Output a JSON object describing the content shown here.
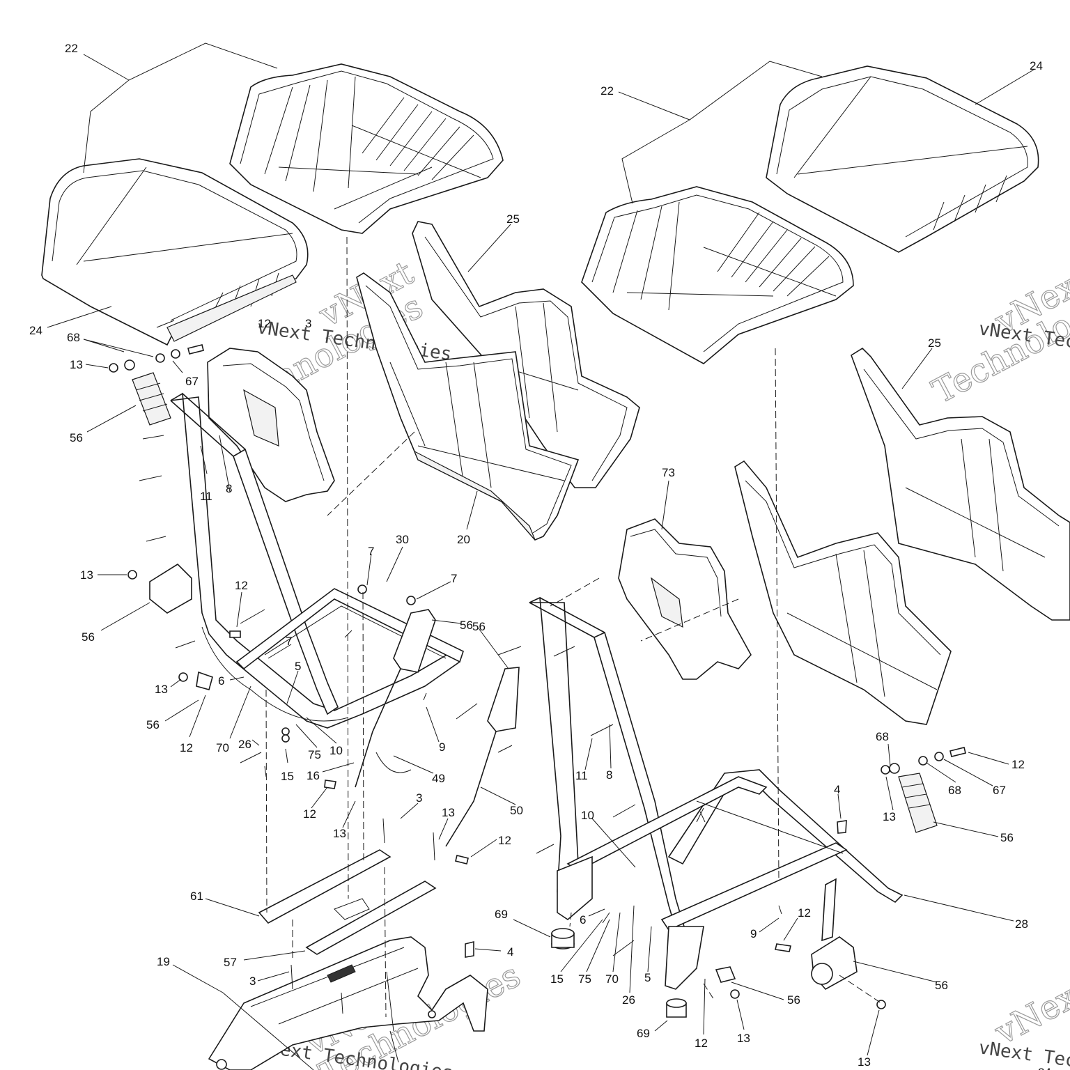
{
  "watermark": {
    "text": "vNext Technologies",
    "part1": "vNext",
    "part2": "Technologies"
  },
  "callouts": [
    {
      "n": "22"
    },
    {
      "n": "24"
    },
    {
      "n": "22"
    },
    {
      "n": "24"
    },
    {
      "n": "25"
    },
    {
      "n": "25"
    },
    {
      "n": "24"
    },
    {
      "n": "68"
    },
    {
      "n": "13"
    },
    {
      "n": "67"
    },
    {
      "n": "12"
    },
    {
      "n": "3"
    },
    {
      "n": "56"
    },
    {
      "n": "11"
    },
    {
      "n": "8"
    },
    {
      "n": "73"
    },
    {
      "n": "20"
    },
    {
      "n": "30"
    },
    {
      "n": "7"
    },
    {
      "n": "7"
    },
    {
      "n": "13"
    },
    {
      "n": "12"
    },
    {
      "n": "56"
    },
    {
      "n": "56"
    },
    {
      "n": "56"
    },
    {
      "n": "7"
    },
    {
      "n": "5"
    },
    {
      "n": "6"
    },
    {
      "n": "13"
    },
    {
      "n": "56"
    },
    {
      "n": "12"
    },
    {
      "n": "70"
    },
    {
      "n": "26"
    },
    {
      "n": "75"
    },
    {
      "n": "10"
    },
    {
      "n": "9"
    },
    {
      "n": "15"
    },
    {
      "n": "16"
    },
    {
      "n": "49"
    },
    {
      "n": "12"
    },
    {
      "n": "13"
    },
    {
      "n": "50"
    },
    {
      "n": "11"
    },
    {
      "n": "8"
    },
    {
      "n": "68"
    },
    {
      "n": "12"
    },
    {
      "n": "68"
    },
    {
      "n": "67"
    },
    {
      "n": "13"
    },
    {
      "n": "56"
    },
    {
      "n": "4"
    },
    {
      "n": "3"
    },
    {
      "n": "13"
    },
    {
      "n": "10"
    },
    {
      "n": "12"
    },
    {
      "n": "61"
    },
    {
      "n": "69"
    },
    {
      "n": "4"
    },
    {
      "n": "6"
    },
    {
      "n": "9"
    },
    {
      "n": "12"
    },
    {
      "n": "28"
    },
    {
      "n": "57"
    },
    {
      "n": "19"
    },
    {
      "n": "3"
    },
    {
      "n": "15"
    },
    {
      "n": "75"
    },
    {
      "n": "70"
    },
    {
      "n": "5"
    },
    {
      "n": "26"
    },
    {
      "n": "56"
    },
    {
      "n": "56"
    },
    {
      "n": "69"
    },
    {
      "n": "12"
    },
    {
      "n": "13"
    },
    {
      "n": "13"
    }
  ]
}
